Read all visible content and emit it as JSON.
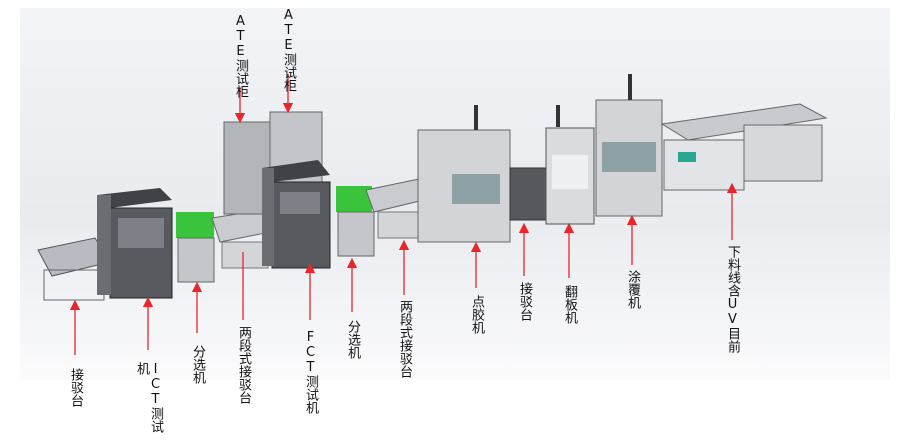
{
  "labels": {
    "ate_cabinet_1": "ATE测试柜",
    "ate_cabinet_2": "ATE测试柜",
    "conveyor_1": "接驳台",
    "ict_tester": "ICT测试机",
    "sorter_1": "分选机",
    "two_stage_conveyor_1": "两段式接驳台",
    "fct_tester": "FCT测试机",
    "sorter_2": "分选机",
    "two_stage_conveyor_2": "两段式接驳台",
    "dispenser": "点胶机",
    "conveyor_2": "接驳台",
    "board_flipper": "翻板机",
    "coater": "涂覆机",
    "unloading_line": "下料线含UV目前"
  },
  "colors": {
    "arrow": "#e8262b",
    "machine": "#c9cbd0",
    "dark_machine": "#4a4d52",
    "green_tray": "#39c43b"
  }
}
